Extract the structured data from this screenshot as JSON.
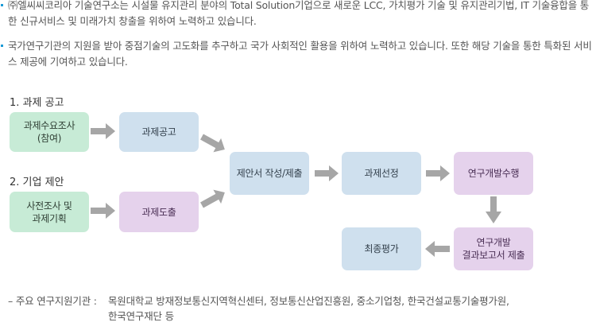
{
  "intro": {
    "paragraph1": "㈜엘씨씨코리아 기술연구소는 시설물 유지관리 분야의 Total Solution기업으로 새로운 LCC, 가치평가 기술 및 유지관리기법, IT 기술융합을 통한 신규서비스 및 미래가치 창출을 위하여 노력하고 있습니다.",
    "paragraph2": "국가연구기관의 지원을 받아 중점기술의 고도화를 추구하고 국가 사회적인 활용을 위하여 노력하고 있습니다. 또한 해당 기술을 통한 특화된 서비스 제공에 기여하고 있습니다."
  },
  "diagram": {
    "section1_label": "1. 과제 공고",
    "section2_label": "2. 기업 제안",
    "nodes": {
      "demand_survey": "과제수요조사\n(참여)",
      "task_notice": "과제공고",
      "pre_survey": "사전조사 및\n과제기획",
      "task_derivation": "과제도출",
      "proposal": "제안서 작성/제출",
      "selection": "과제선정",
      "rnd": "연구개발수행",
      "report": "연구개발\n결과보고서 제출",
      "final_eval": "최종평가"
    },
    "colors": {
      "green": "#c7ebd6",
      "blue": "#cfe0ee",
      "purple": "#e5d2ec",
      "arrow": "#a6a6a6",
      "bullet": "#1b9ad6"
    }
  },
  "footer": {
    "label": "– 주요 연구지원기관 :",
    "line1": "목원대학교 방재정보통신지역혁신센터, 정보통신산업진흥원, 중소기업청, 한국건설교통기술평가원,",
    "line2": "한국연구재단 등"
  }
}
